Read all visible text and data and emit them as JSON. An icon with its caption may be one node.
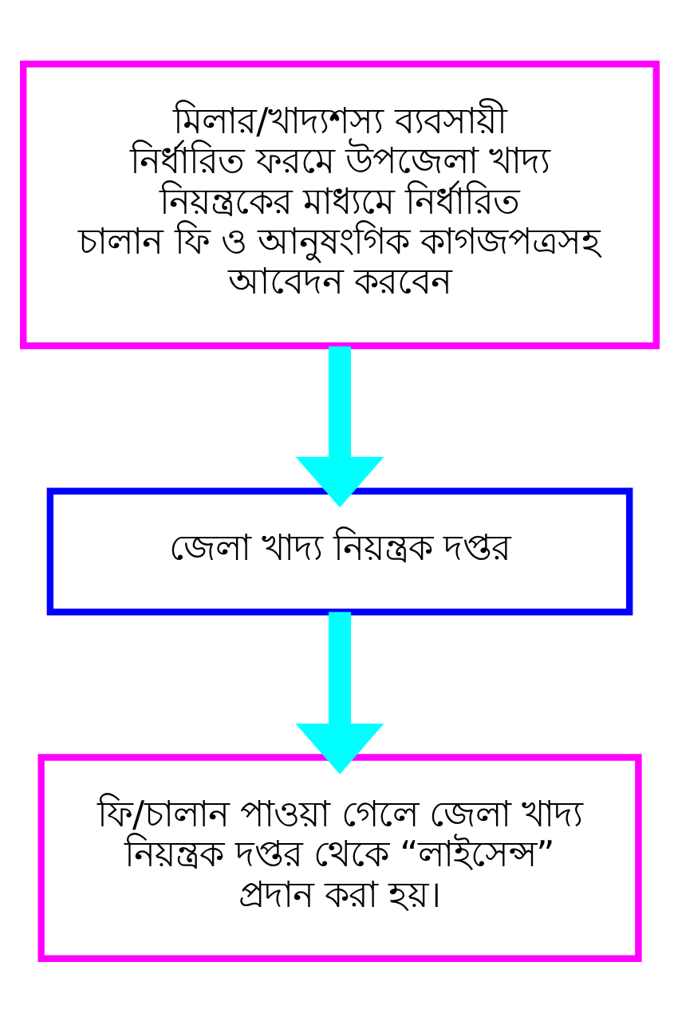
{
  "diagram": {
    "nodes": [
      {
        "text": [
          "মিলার/খাদ্যশস্য ব্যবসায়ী নির্ধারিত ফরমে উপজেলা খাদ্য নিয়ন্ত্রকের মাধ্যমে নির্ধারিত চালান ফি ও আনুষংগিক কাগজপত্রসহ আবেদন করবেন"
        ]
      },
      {
        "text": [
          "জেলা খাদ্য নিয়ন্ত্রক দপ্তর"
        ]
      },
      {
        "text": [
          "ফি/চালান পাওয়া গেলে জেলা খাদ্য নিয়ন্ত্রক দপ্তর থেকে “লাইসেন্স” প্রদান করা হয়।"
        ]
      }
    ],
    "edges": [
      {
        "from": 0,
        "to": 1,
        "arrow": "to",
        "color": "#00ffff"
      },
      {
        "from": 1,
        "to": 2,
        "arrow": "to",
        "color": "#00ffff"
      }
    ]
  }
}
